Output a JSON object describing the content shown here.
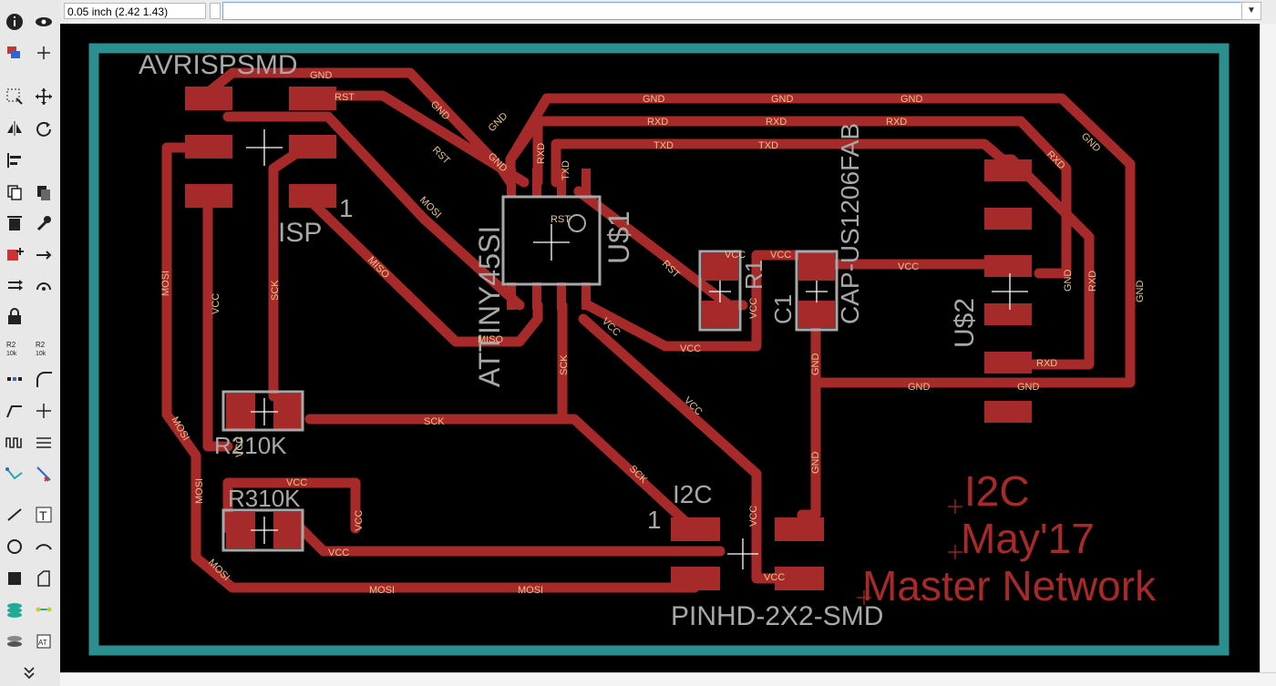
{
  "topbar": {
    "grid_readout": "0.05 inch (2.42 1.43)",
    "command_placeholder": "",
    "dropdown_glyph": "▼"
  },
  "toolbar": {
    "tools": [
      "info",
      "show",
      "layer-display",
      "mark",
      "group",
      "move",
      "mirror",
      "rotate",
      "align",
      "copy",
      "paste",
      "delete",
      "change",
      "add",
      "replace",
      "split",
      "lock",
      "name",
      "value",
      "smash",
      "miter",
      "route",
      "ripup",
      "optimize",
      "meander",
      "autorouter",
      "ratsnest",
      "wire",
      "text",
      "circle",
      "arc",
      "rectangle",
      "polygon",
      "via",
      "hole",
      "attribute",
      "dimension",
      "more"
    ]
  },
  "board": {
    "labels": {
      "avrisp_value": "AVRISPSMD",
      "isp_name": "ISP",
      "isp_pin1": "1",
      "attiny_value": "ATTINY45SI",
      "attiny_name": "U$1",
      "r1_name": "R1",
      "c1_name": "C1",
      "cap_value": "CAP-US1206FAB",
      "us2_name": "U$2",
      "r2_label": "R210K",
      "r3_label": "R310K",
      "i2c_name": "I2C",
      "i2c_pin1": "1",
      "pinhd_value": "PINHD-2X2-SMD"
    },
    "doc_text": {
      "line1": "I2C",
      "line2": "May'17",
      "line3": "Master Network"
    },
    "nets": {
      "gnd": "GND",
      "rst": "RST",
      "rxd": "RXD",
      "txd": "TXD",
      "mosi": "MOSI",
      "miso": "MISO",
      "sck": "SCK",
      "vcc": "VCC"
    }
  },
  "colors": {
    "copper": "#a72a2a",
    "outline": "#2b8f8f",
    "package": "#a8a8a8",
    "signal_name": "#e6c48c",
    "background": "#000000"
  }
}
